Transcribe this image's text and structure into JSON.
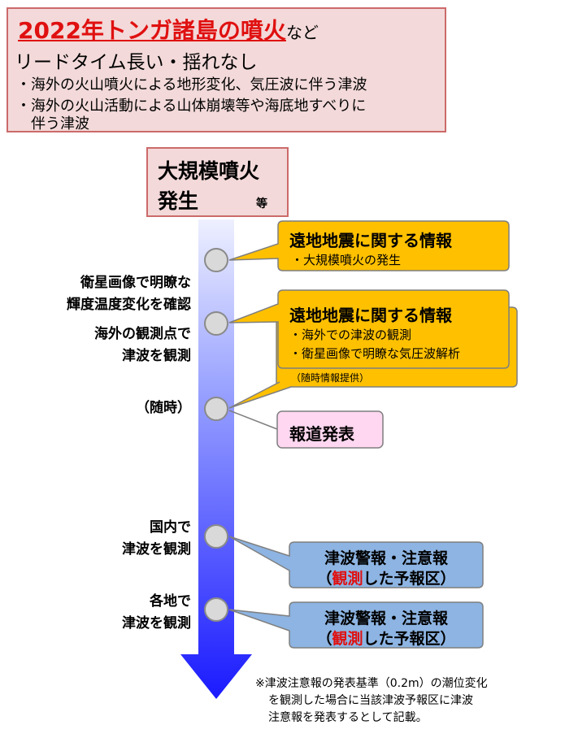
{
  "header": {
    "title_main": "2022年トンガ諸島の噴火",
    "title_suffix": "など",
    "subtitle": "リードタイム長い・揺れなし",
    "bullet1": "・海外の火山噴火による地形変化、気圧波に伴う津波",
    "bullet2_line1": "・海外の火山活動による山体崩壊等や海底地すべりに",
    "bullet2_line2": "伴う津波"
  },
  "eruption": {
    "line1": "大規模噴火",
    "line2": "発生",
    "suffix": "等"
  },
  "timeline_labels": {
    "satellite_line1": "衛星画像で明瞭な",
    "satellite_line2": "輝度温度変化を確認",
    "overseas_line1": "海外の観測点で",
    "overseas_line2": "津波を観測",
    "anytime": "（随時）",
    "domestic_line1": "国内で",
    "domestic_line2": "津波を観測",
    "various_line1": "各地で",
    "various_line2": "津波を観測"
  },
  "info_box1": {
    "title": "遠地地震に関する情報",
    "item": "・大規模噴火の発生"
  },
  "info_box2": {
    "title": "遠地地震に関する情報",
    "item1": "・海外での津波の観測",
    "item2": "・衛星画像で明瞭な気圧波解析",
    "followup": "（随時情報提供）"
  },
  "press_box": {
    "label": "報道発表"
  },
  "tsunami_box1": {
    "line1": "津波警報・注意報",
    "line2_pre": "（",
    "line2_red": "観測",
    "line2_post": "した予報区）"
  },
  "tsunami_box2": {
    "line1": "津波警報・注意報",
    "line2_pre": "（",
    "line2_red": "観測",
    "line2_post": "した予報区）"
  },
  "footnote": {
    "line1": "※津波注意報の発表基準（0.2m）の潮位変化",
    "line2": "を観測した場合に当該津波予報区に津波",
    "line3": "注意報を発表するとして記載。"
  },
  "colors": {
    "header_bg": "#f3d9d9",
    "header_border": "#cc6a6a",
    "info_fill": "#ffc000",
    "press_fill": "#ffd7f0",
    "tsunami_fill": "#8db4e2",
    "arrow_top": "#eef0ff",
    "arrow_bottom": "#1a1aff",
    "red_text": "#e01010"
  }
}
